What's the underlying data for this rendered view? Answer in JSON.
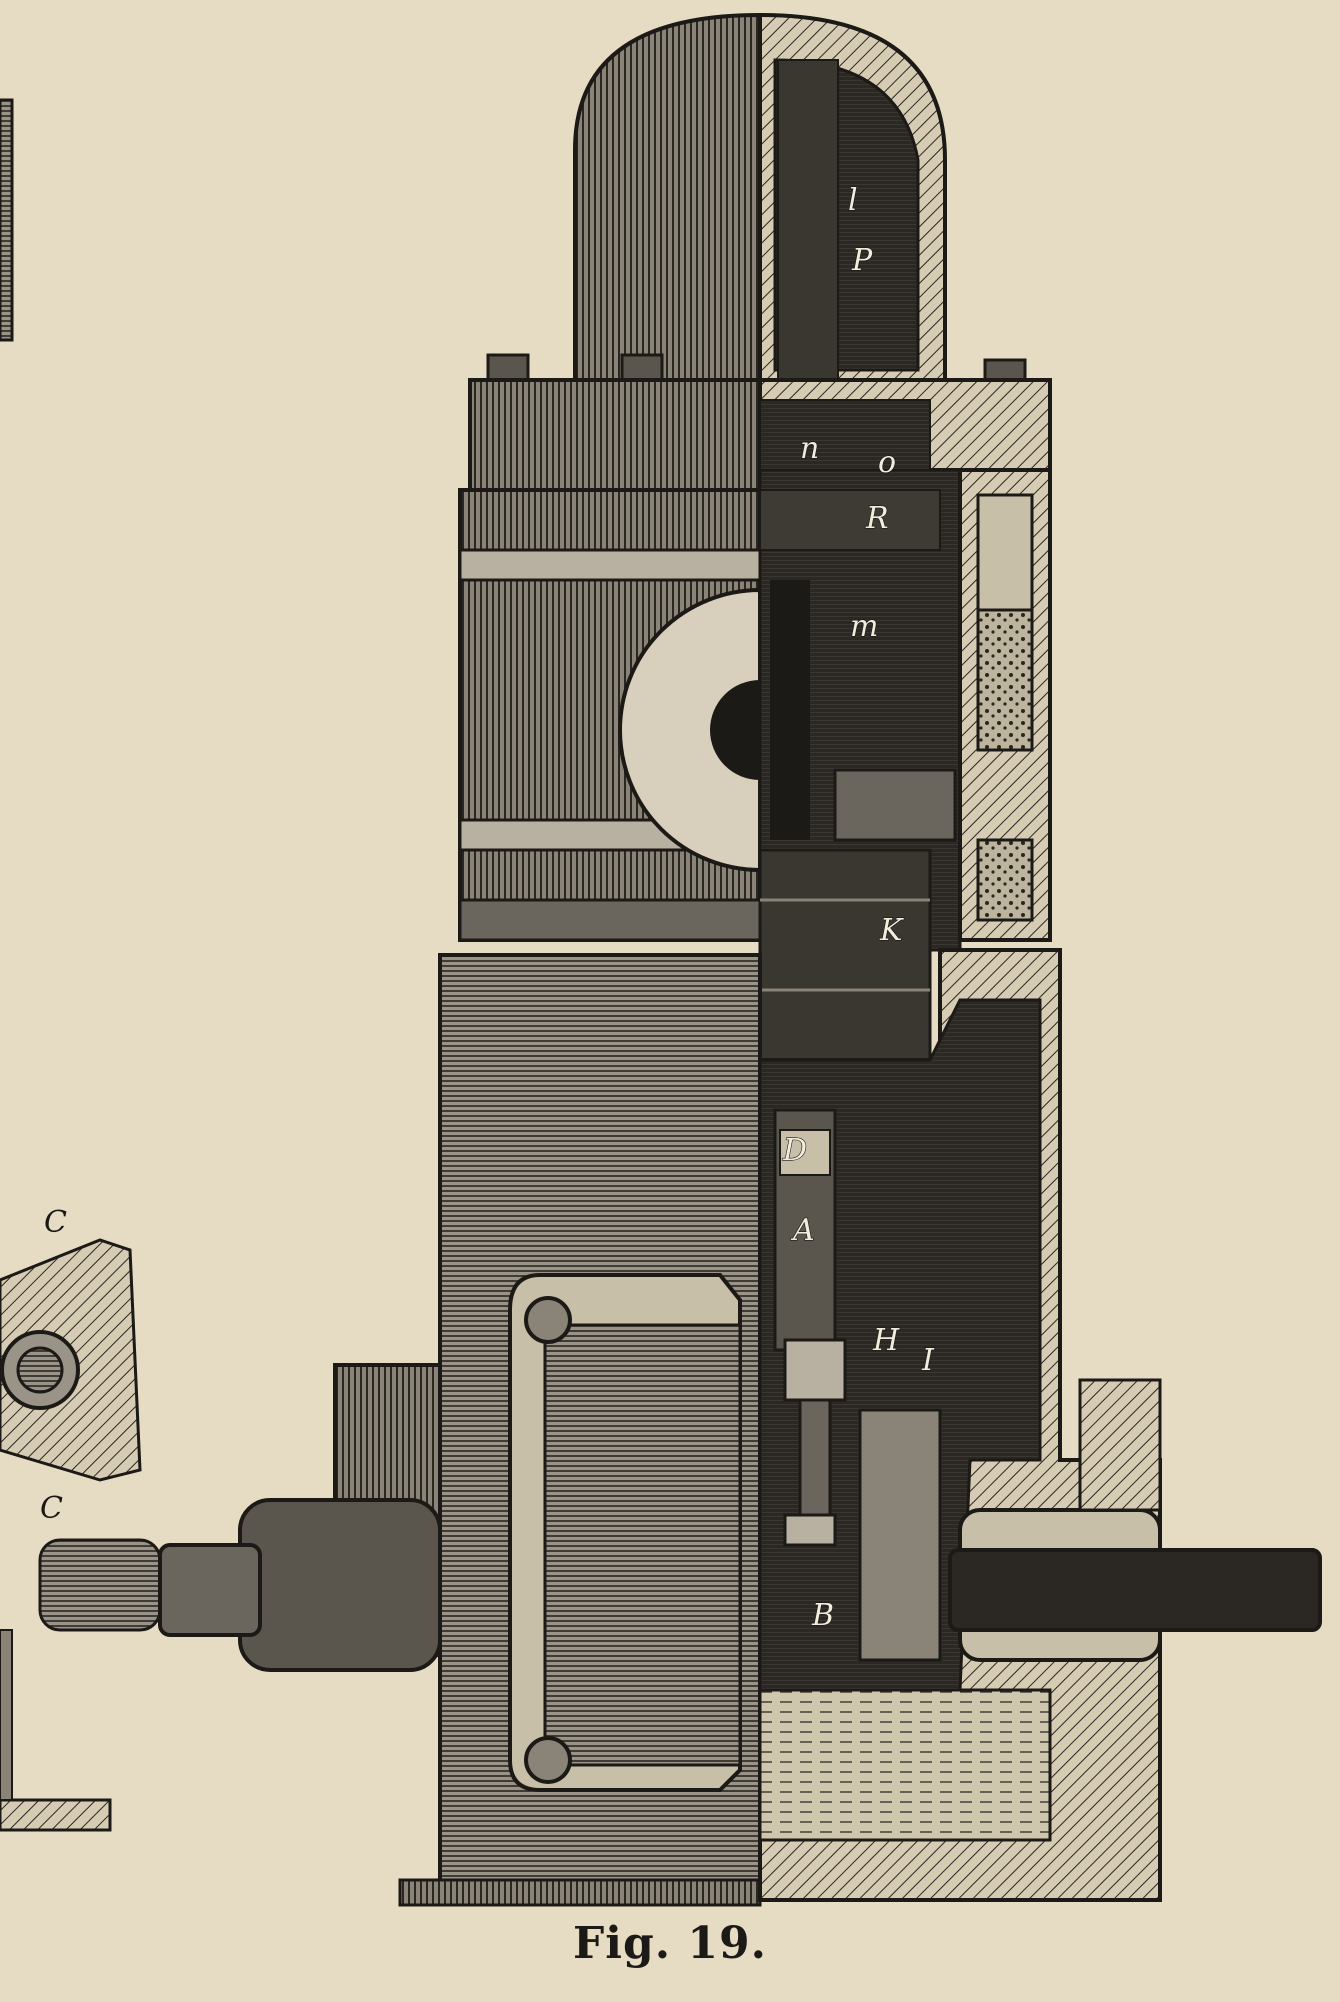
{
  "figure": {
    "caption": "Fig. 19.",
    "labels": {
      "l": "l",
      "P": "P",
      "n": "n",
      "o": "o",
      "R": "R",
      "m": "m",
      "K": "K",
      "D": "D",
      "A": "A",
      "H": "H",
      "I": "I",
      "B": "B",
      "C_upper": "C",
      "C_lower": "C"
    },
    "colors": {
      "paper": "#e6dcc4",
      "ink": "#1c1a16",
      "mid_tone": "#4a4640"
    }
  }
}
